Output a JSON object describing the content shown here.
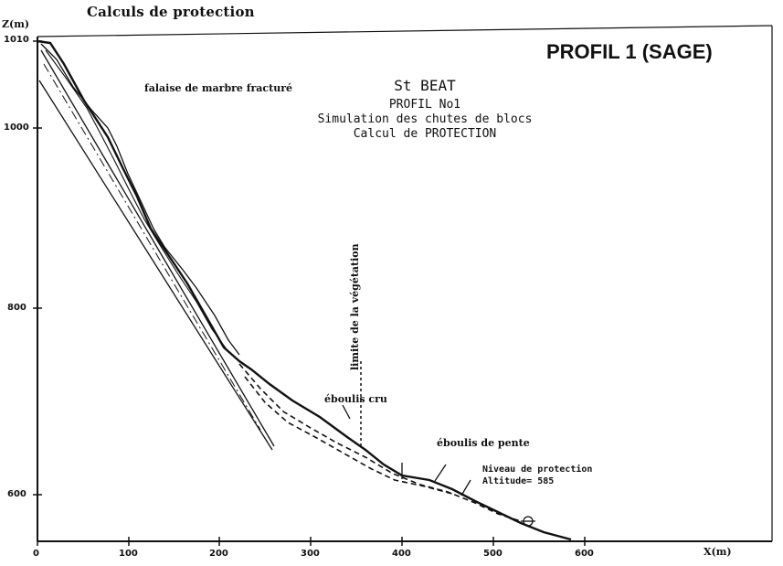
{
  "header": {
    "title": "Calculs de protection",
    "profile_tag": "PROFIL 1 (SAGE)"
  },
  "simulation_block": {
    "site": "St BEAT",
    "profile": "PROFIL No1",
    "subtitle": "Simulation des chutes de blocs",
    "calc": "Calcul de PROTECTION"
  },
  "axes": {
    "y_label": "Z(m)",
    "x_label": "X(m)",
    "y_ticks": [
      "1010",
      "1000",
      "800",
      "600"
    ],
    "x_ticks": [
      "0",
      "100",
      "200",
      "300",
      "400",
      "500",
      "600"
    ]
  },
  "annotations": {
    "cliff": "falaise de marbre fracturé",
    "vegetation_limit": "limite de la végétation",
    "scree_raw": "éboulis cru",
    "scree_slope": "éboulis de pente",
    "protection_level": "Niveau de protection",
    "protection_altitude": "Altitude= 585"
  },
  "colors": {
    "ink": "#111111",
    "paper": "#ffffff"
  }
}
